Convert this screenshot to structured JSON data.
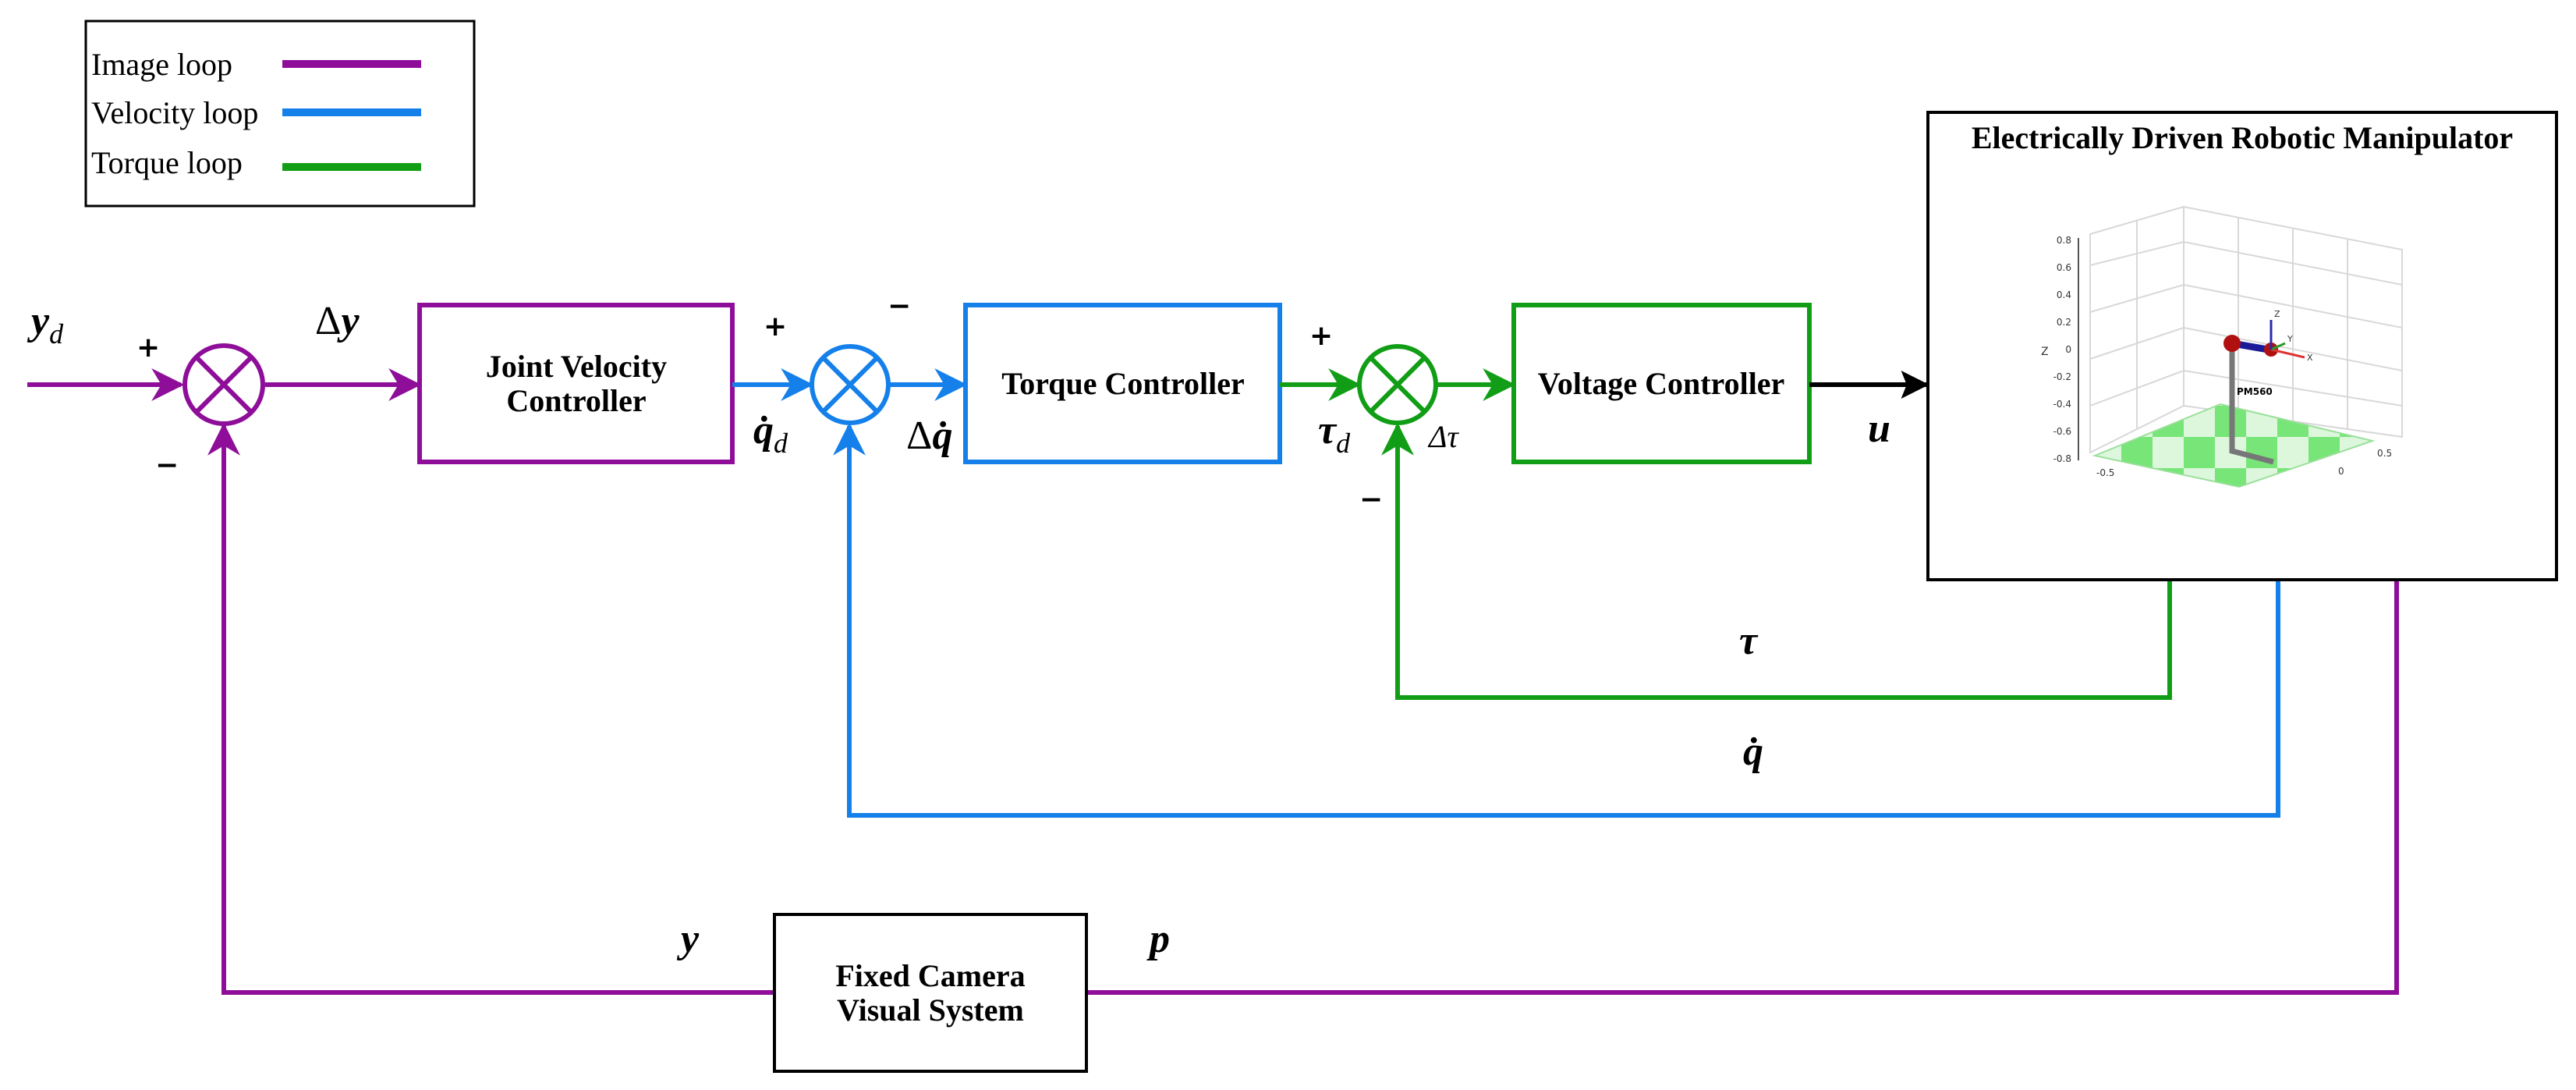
{
  "colors": {
    "image_loop": "#8E0E9A",
    "velocity_loop": "#1580EA",
    "torque_loop": "#119E16",
    "black": "#000000",
    "floor_green": "#77E577",
    "floor_light": "#DDF7DD"
  },
  "legend": {
    "items": [
      {
        "label": "Image loop"
      },
      {
        "label": "Velocity loop"
      },
      {
        "label": "Torque loop"
      }
    ]
  },
  "blocks": {
    "joint_velocity": {
      "line1": "Joint Velocity",
      "line2": "Controller"
    },
    "torque_controller": {
      "label": "Torque Controller"
    },
    "voltage_controller": {
      "label": "Voltage Controller"
    },
    "manipulator": {
      "title": "Electrically Driven Robotic Manipulator"
    },
    "camera": {
      "line1": "Fixed Camera",
      "line2": "Visual System"
    }
  },
  "signals": {
    "yd": {
      "main": "y",
      "sub": "d"
    },
    "delta_y": {
      "prefix": "Δ",
      "main": "y"
    },
    "qdot_d": {
      "main": "q̇",
      "sub": "d"
    },
    "delta_qdot": {
      "prefix": "Δ",
      "main": "q̇"
    },
    "tau_d": {
      "main": "τ",
      "sub": "d"
    },
    "delta_tau": {
      "label": "Δτ"
    },
    "u": {
      "label": "u"
    },
    "tau": {
      "label": "τ"
    },
    "qdot": {
      "label": "q̇"
    },
    "y": {
      "label": "y"
    },
    "p": {
      "label": "p"
    }
  },
  "signs": {
    "plus": "+",
    "minus": "−"
  },
  "plot3d": {
    "z_axis_label": "Z",
    "z_ticks": [
      "0.8",
      "0.6",
      "0.4",
      "0.2",
      "0",
      "-0.2",
      "-0.4",
      "-0.6",
      "-0.8"
    ],
    "x_ticks": [
      "-0.5",
      "0",
      "0.5"
    ],
    "robot_label": "PM560",
    "frame_labels": {
      "x": "X",
      "y": "Y",
      "z": "Z"
    }
  }
}
